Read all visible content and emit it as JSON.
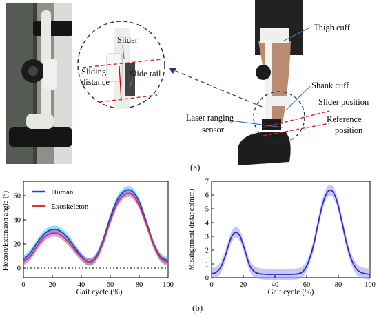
{
  "panel_a": {
    "labels": {
      "slider": "Slider",
      "sliding": "Sliding",
      "distance": "distance",
      "slide_rail": "Slide  rail",
      "thigh_cuff": "Thigh cuff",
      "shank_cuff": "Shank cuff",
      "slider_position": "Slider position",
      "reference": "Reference",
      "position": "position",
      "laser_ranging": "Laser ranging",
      "sensor": "sensor"
    },
    "caption": "(a)"
  },
  "panel_b": {
    "caption": "(b)"
  },
  "colors": {
    "human": "#1f3fd8",
    "human_band": "#3cc4e6",
    "exoskeleton": "#e0303a",
    "exo_band": "#a35ad0",
    "misalignment": "#2a2ad8",
    "misalignment_band": "#9a9af0",
    "dashed_red": "#e02020",
    "arrow_blue": "#3a78c8"
  },
  "chart_data": [
    {
      "type": "line",
      "xlabel": "Gait cycle (%)",
      "ylabel": "Flexion/Extension angle (°)",
      "xlim": [
        0,
        100
      ],
      "ylim": [
        -8,
        72
      ],
      "xticks": [
        "0",
        "20",
        "40",
        "60",
        "80",
        "100"
      ],
      "yticks": [
        "0",
        "20",
        "40",
        "60"
      ],
      "reference_line_y": 0,
      "legend": "top-left",
      "x": [
        0,
        5,
        10,
        15,
        20,
        25,
        30,
        35,
        40,
        45,
        50,
        55,
        60,
        65,
        70,
        75,
        80,
        85,
        90,
        95,
        100
      ],
      "series": [
        {
          "name": "Human",
          "values": [
            7,
            13,
            22,
            29,
            32,
            31,
            26,
            18,
            10,
            5,
            9,
            23,
            42,
            57,
            64,
            64,
            55,
            38,
            20,
            9,
            6
          ],
          "band": 3
        },
        {
          "name": "Exoskeleton",
          "values": [
            5,
            10,
            19,
            26,
            29,
            28,
            23,
            16,
            9,
            5,
            8,
            21,
            39,
            54,
            61,
            61,
            52,
            36,
            19,
            8,
            5
          ],
          "band": 3
        }
      ]
    },
    {
      "type": "line",
      "xlabel": "Gait cycle (%)",
      "ylabel": "Misalignment distance(mm)",
      "xlim": [
        0,
        100
      ],
      "ylim": [
        0,
        7
      ],
      "xticks": [
        "0",
        "20",
        "40",
        "60",
        "80",
        "100"
      ],
      "yticks": [
        "0",
        "1",
        "2",
        "3",
        "4",
        "5",
        "6",
        "7"
      ],
      "x": [
        0,
        3,
        6,
        9,
        12,
        15,
        18,
        21,
        24,
        27,
        30,
        35,
        40,
        45,
        50,
        55,
        58,
        61,
        64,
        67,
        70,
        73,
        76,
        79,
        82,
        85,
        88,
        91,
        94,
        97,
        100
      ],
      "series": [
        {
          "name": "",
          "values": [
            0.3,
            0.4,
            0.8,
            1.7,
            2.8,
            3.3,
            3.0,
            2.0,
            0.9,
            0.45,
            0.3,
            0.25,
            0.25,
            0.25,
            0.25,
            0.3,
            0.5,
            1.1,
            2.2,
            3.8,
            5.3,
            6.2,
            6.3,
            5.6,
            4.2,
            2.6,
            1.4,
            0.7,
            0.4,
            0.3,
            0.25
          ],
          "band": 0.4
        }
      ]
    }
  ]
}
